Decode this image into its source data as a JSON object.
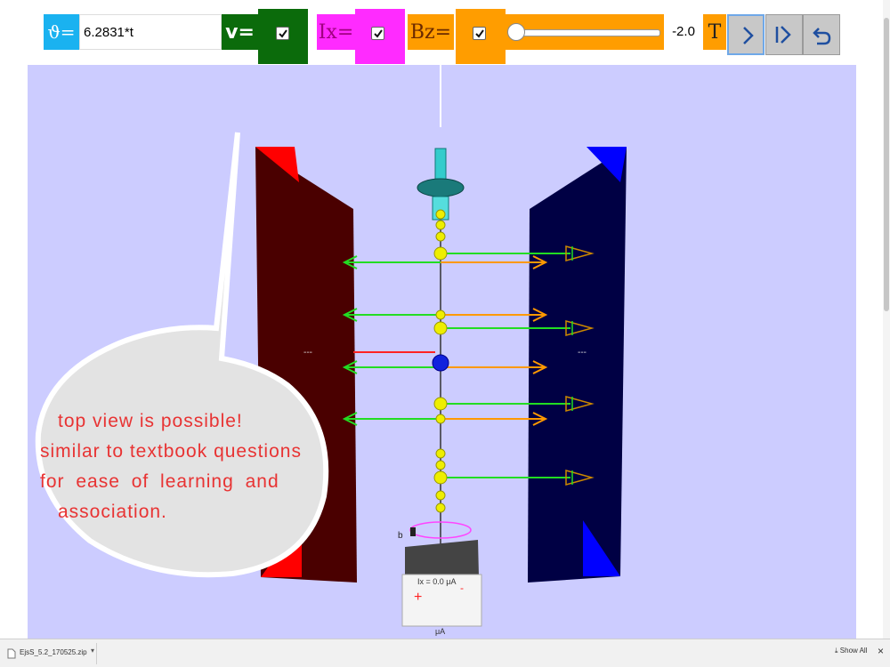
{
  "controls": {
    "theta_label": "ϑ=",
    "theta_value": "6.2831*t",
    "v_label": "v=",
    "ix_label": "Ix=",
    "bz_label": "Bz=",
    "slider_value": "-2.0",
    "slider_level": 0.0,
    "t_label": "T",
    "play_icon": "play-icon",
    "step_icon": "step-forward-icon",
    "reset_icon": "reset-icon"
  },
  "colors": {
    "theta_bg": "#1ab2f0",
    "v_bg": "#0b6b0b",
    "ix_bg": "#ff2bff",
    "bz_bg": "#ff9d00",
    "scene_bg": "#ccccff",
    "callout_text": "#e83333"
  },
  "scene": {
    "left_plate_mark": "---",
    "right_plate_mark": "---",
    "meter_reading": "Ix = 0.0 μA",
    "meter_plus": "+",
    "meter_minus": "-",
    "meter_unit": "μA",
    "meter_b": "b"
  },
  "callout": {
    "lines": [
      "top view is possible!",
      "similar to textbook questions",
      "for ease of learning and",
      "association."
    ]
  },
  "downloads": {
    "file_name": "EjsS_5.2_170525.zip",
    "show_all": "Show All",
    "close": "×"
  }
}
